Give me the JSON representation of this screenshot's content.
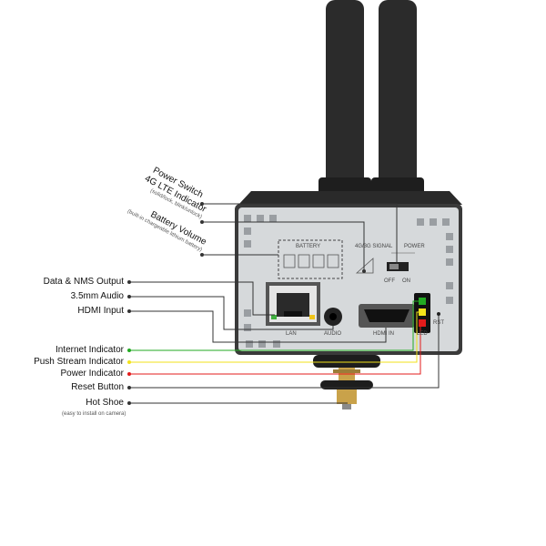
{
  "callouts_left": [
    {
      "id": "data-nms",
      "label": "Data & NMS Output"
    },
    {
      "id": "audio",
      "label": "3.5mm Audio"
    },
    {
      "id": "hdmi-in",
      "label": "HDMI Input"
    },
    {
      "id": "internet",
      "label": "Internet Indicator",
      "color": "#22aa22"
    },
    {
      "id": "push",
      "label": "Push Stream Indicator",
      "color": "#f2e21a"
    },
    {
      "id": "power-ind",
      "label": "Power Indicator",
      "color": "#e31b1b"
    },
    {
      "id": "reset",
      "label": "Reset Button"
    },
    {
      "id": "hotshoe",
      "label": "Hot Shoe",
      "sub": "(easy to install on camera)"
    }
  ],
  "callouts_rotated": [
    {
      "id": "power-switch",
      "label": "Power Switch"
    },
    {
      "id": "lte",
      "label": "4G LTE Indicator",
      "sub": "(solid/lock, blink/unlock)"
    },
    {
      "id": "battery",
      "label": "Battery Volume",
      "sub": "(built-in chargeable lithium battery)"
    }
  ],
  "panel_labels": {
    "battery": "BATTERY",
    "signal": "4G/3G SIGNAL",
    "power": "POWER",
    "off": "OFF",
    "on": "ON",
    "lan": "LAN",
    "audio": "AUDIO",
    "hdmi": "HDMI IN",
    "led": "LED",
    "rst": "RST"
  },
  "colors": {
    "internet": "#22aa22",
    "push": "#f2e21a",
    "power": "#e31b1b",
    "body": "#d6d9db",
    "antenna": "#2b2b2b"
  }
}
